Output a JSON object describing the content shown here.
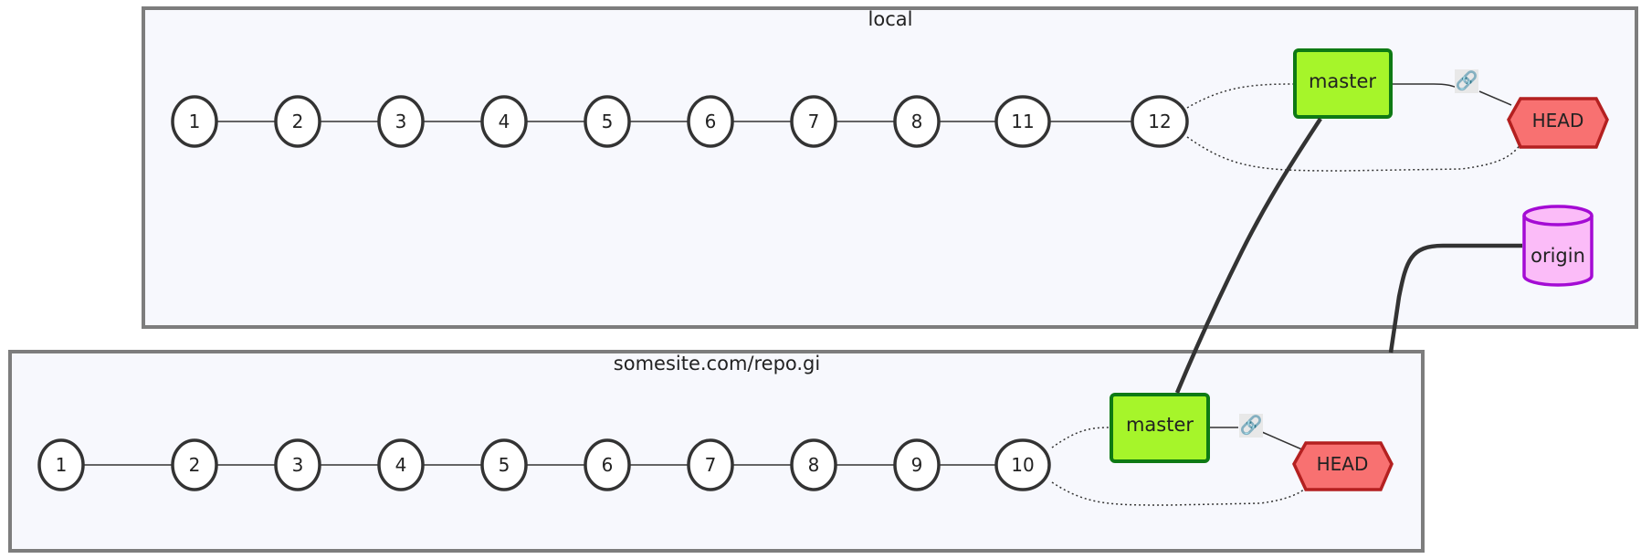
{
  "clusters": {
    "local": {
      "title": "local",
      "commits": [
        "1",
        "2",
        "3",
        "4",
        "5",
        "6",
        "7",
        "8",
        "11",
        "12"
      ],
      "branch": "master",
      "head": "HEAD",
      "remote": "origin",
      "link_icon": "link-icon"
    },
    "remote": {
      "title": "somesite.com/repo.gi",
      "commits": [
        "1",
        "2",
        "3",
        "4",
        "5",
        "6",
        "7",
        "8",
        "9",
        "10"
      ],
      "branch": "master",
      "head": "HEAD",
      "link_icon": "link-icon"
    }
  },
  "colors": {
    "branch_fill": "#a6f52a",
    "branch_stroke": "#0e7a14",
    "head_fill": "#f87171",
    "head_stroke": "#b42020",
    "origin_fill": "#fbbcf8",
    "origin_stroke": "#a40bd4",
    "cluster_fill": "#f7f8fd",
    "cluster_stroke": "#7d7d7d"
  }
}
